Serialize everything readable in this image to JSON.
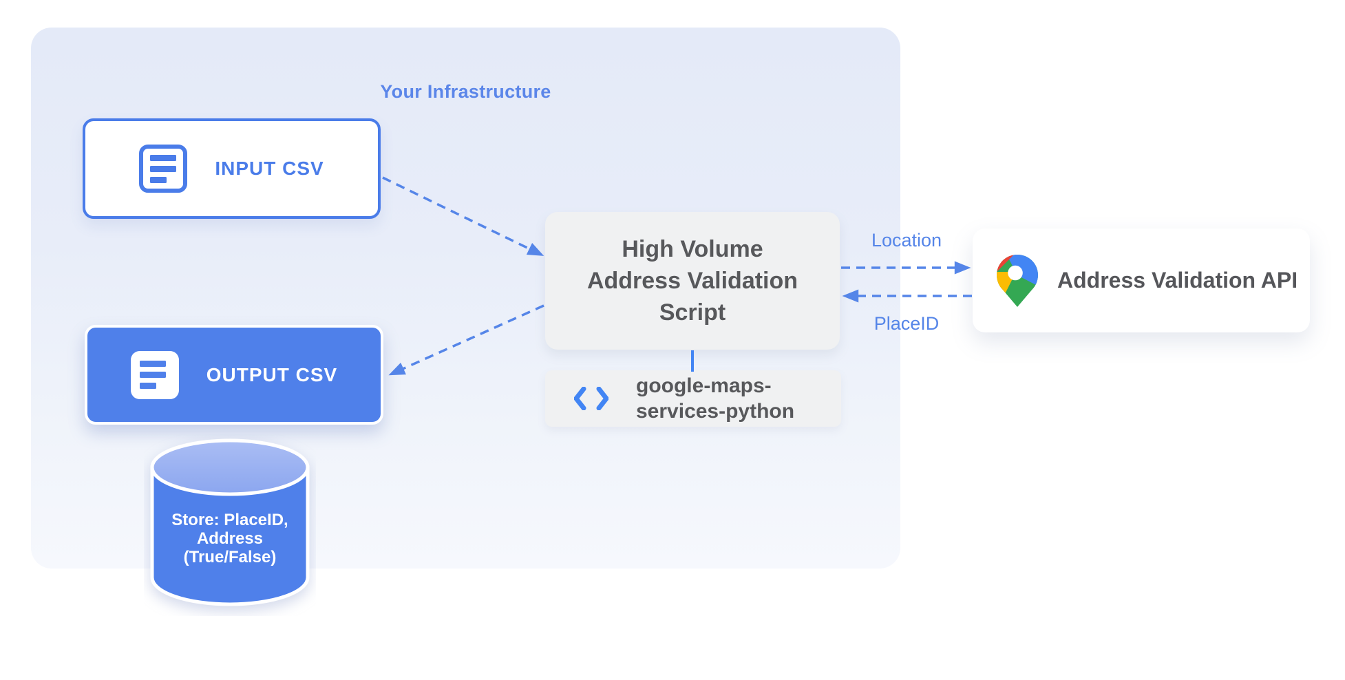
{
  "title": "Your Infrastructure",
  "nodes": {
    "input_csv": {
      "label": "INPUT CSV",
      "icon": "document-icon"
    },
    "output_csv": {
      "label": "OUTPUT CSV",
      "icon": "document-icon"
    },
    "datastore": {
      "lines": [
        "Store: PlaceID,",
        "Address",
        "(True/False)"
      ]
    },
    "script": {
      "lines": [
        "High Volume",
        "Address Validation",
        "Script"
      ]
    },
    "library": {
      "lines": [
        "google-maps-",
        "services-python"
      ],
      "icon": "code-icon"
    },
    "api": {
      "label": "Address Validation API",
      "icon": "google-maps-pin-icon"
    }
  },
  "edges": {
    "location": {
      "label": "Location"
    },
    "placeid": {
      "label": "PlaceID"
    }
  },
  "colors": {
    "primary_blue": "#4a7ce9",
    "fill_blue": "#4f80ea",
    "arrow_blue": "#5585e8",
    "title_blue": "#5b86e9",
    "container_blue_top": "#e4eaf8",
    "gray_box": "#f0f1f2",
    "gray_text": "#57585b",
    "maps_blue": "#4285f4",
    "maps_red": "#ea4335",
    "maps_yellow": "#fbbc04",
    "maps_green": "#34a853"
  }
}
